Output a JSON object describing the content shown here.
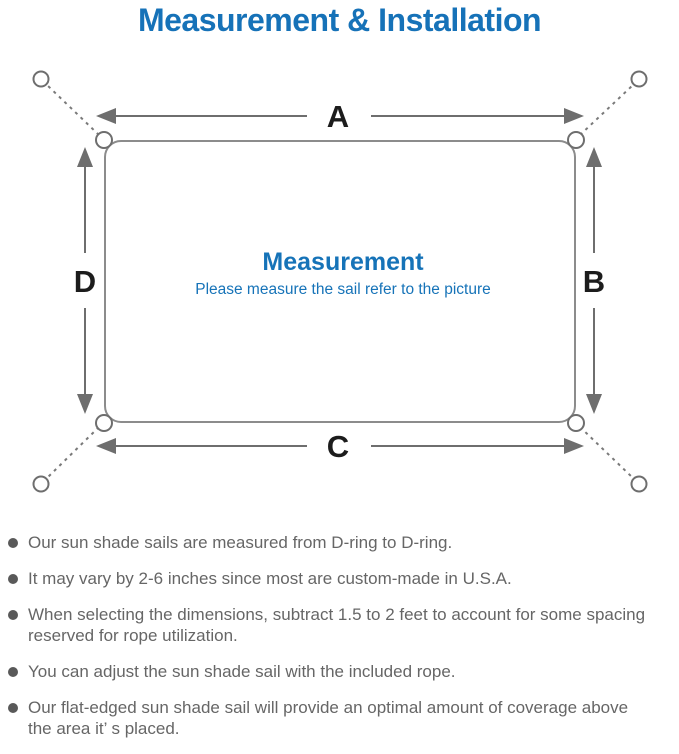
{
  "title": "Measurement & Installation",
  "diagram": {
    "center_title": "Measurement",
    "center_subtitle": "Please measure the sail refer to the picture",
    "dimension_labels": {
      "top": "A",
      "right": "B",
      "bottom": "C",
      "left": "D"
    }
  },
  "notes": [
    "Our sun shade sails are measured from D-ring to D-ring.",
    "It may vary by 2-6 inches since most are custom-made in U.S.A.",
    "When selecting the dimensions, subtract 1.5 to 2 feet to account for some spacing\nreserved for rope utilization.",
    "You can adjust the sun shade sail with the included rope.",
    "Our flat-edged sun shade sail will provide an optimal amount of coverage above\nthe area it’ s placed."
  ],
  "colors": {
    "accent_blue": "#1672b8",
    "diagram_line_gray": "#7a7a7a",
    "arrow_gray": "#6e6e6e",
    "note_text_gray": "#666666",
    "bullet_gray": "#595959",
    "dim_label_black": "#1c1c1c"
  }
}
